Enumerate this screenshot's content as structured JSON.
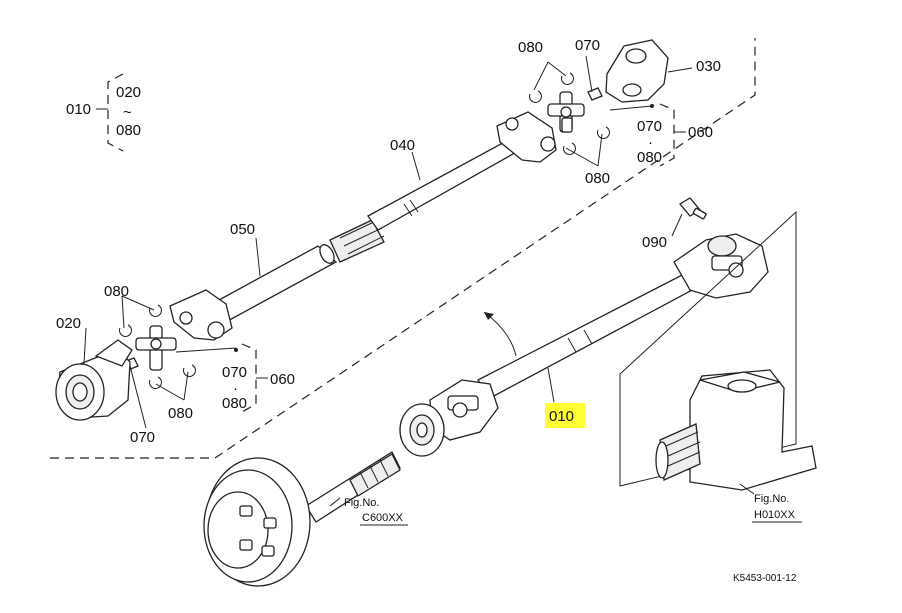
{
  "callouts": {
    "c010_top": "010",
    "c020_top": "020",
    "tilde": "~",
    "c080_top_range": "080",
    "c080_a": "080",
    "c070_a": "070",
    "c030": "030",
    "c040": "040",
    "c070_b": "070",
    "c060_a": "060",
    "dot_a": "·",
    "c080_b": "080",
    "c080_c": "080",
    "c090": "090",
    "c050": "050",
    "c080_d": "080",
    "c020": "020",
    "c070_c": "070",
    "c060_b": "060",
    "dot_b": "·",
    "c080_e": "080",
    "c080_f": "080",
    "c070_d": "070",
    "c010_main": "010"
  },
  "references": {
    "fig_label_1": "Fig.No.",
    "fig_code_1": "C600XX",
    "fig_label_2": "Fig.No.",
    "fig_code_2": "H010XX"
  },
  "drawing_number": "K5453-001-12",
  "highlight_color": "#ffff33"
}
